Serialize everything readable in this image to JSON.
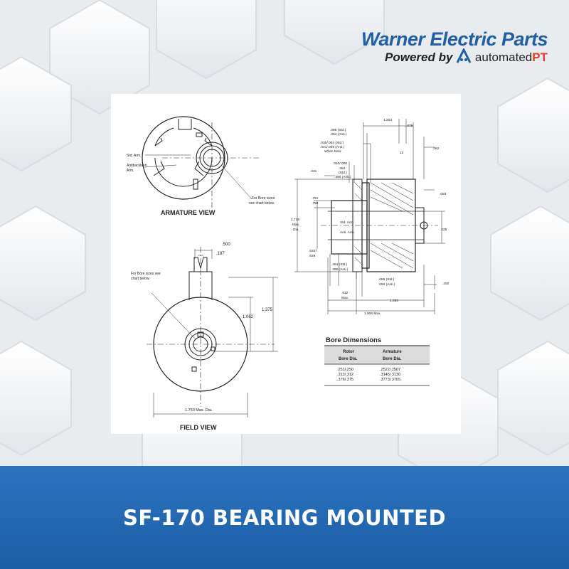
{
  "brand": {
    "title": "Warner Electric Parts",
    "powered_by": "Powered by",
    "automated": "automated",
    "pt": "PT"
  },
  "drawing": {
    "armature_view": {
      "title": "ARMATURE VIEW",
      "std_arm": "Std. Arm.",
      "antibacklash_1": "Antibacklash",
      "antibacklash_2": "Arm.",
      "bore_note_1": "For Bore sizes",
      "bore_note_2": "see chart below."
    },
    "field_view": {
      "title": "FIELD VIEW",
      "dim_500": ".500",
      "dim_187": ".187",
      "bore_note_1": "For Bore sizes see",
      "bore_note_2": "chart below.",
      "dim_1062": "1.062",
      "dim_1375": "1.375",
      "dim_1750": "1.750 Max. Dia."
    },
    "section_view": {
      "dim_1203": "1.203",
      "dim_375": ".375",
      "dim_086_094_1": ".086 (Std.)",
      "dim_086_094_2": ".094 (Anti.)",
      "dim_035_1": ".035/.004 (Std.)",
      "dim_035_2": ".021/.009 (Anti.)",
      "dim_035_3": "When New",
      "dim_12": "12",
      "dim_062": ".062",
      "dim_040": ".040/.000",
      "dim_484_top_1": ".484",
      "dim_484_top_2": "(Std.)",
      "dim_484_top_3": ".390 (Anti.)",
      "dim_031": ".031",
      "dim_093": ".093",
      "dim_751": ".751",
      "dim_750": ".750",
      "dim_1718_1": "1.718",
      "dim_1718_2": "Max.",
      "dim_1718_3": "Dia.",
      "std_arm": "Std. Arm.",
      "anti_arm": "Anti. Arm.",
      "dim_625": ".625",
      "dim_633": ".633†",
      "dim_629": ".629",
      "dim_484_bot_1": ".484 (Std.)",
      "dim_484_bot_2": ".390 (Anti.)",
      "dim_086_bot_1": ".086 (Std.)",
      "dim_086_bot_2": ".094 (Anti.)",
      "dim_632_1": ".632",
      "dim_632_2": "Max.",
      "dim_1093": "1.093",
      "dim_250": ".250",
      "dim_1906": "1.906 Max."
    },
    "bore_table": {
      "title": "Bore Dimensions",
      "headers": [
        [
          "Rotor",
          "Bore Dia."
        ],
        [
          "Armature",
          "Bore Dia."
        ]
      ],
      "rows": [
        [
          ".251/.250",
          ".2522/.2507"
        ],
        [
          ".313/.312",
          ".3145/.3130"
        ],
        [
          ".376/.375",
          ".3773/.3755"
        ]
      ]
    }
  },
  "footer": {
    "title": "SF-170 BEARING MOUNTED"
  },
  "colors": {
    "brand_blue": "#1f5fa8",
    "footer_blue": "#2168b3",
    "pt_red": "#e23c2d"
  }
}
